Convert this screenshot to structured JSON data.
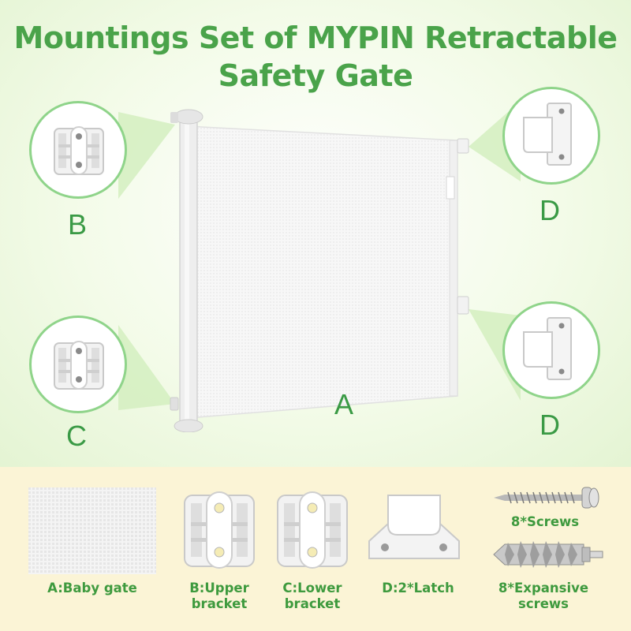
{
  "title": {
    "line1": "Mountings Set of MYPIN Retractable",
    "line2": "Safety Gate"
  },
  "callouts": {
    "b": "B",
    "c": "C",
    "d_top": "D",
    "d_bottom": "D",
    "a": "A"
  },
  "parts": {
    "baby_gate": "A:Baby gate",
    "upper_bracket_1": "B:Upper",
    "upper_bracket_2": "bracket",
    "lower_bracket_1": "C:Lower",
    "lower_bracket_2": "bracket",
    "latch": "D:2*Latch",
    "screws": "8*Screws",
    "expansive_1": "8*Expansive",
    "expansive_2": "screws"
  },
  "colors": {
    "brand_green": "#4aa34a",
    "circle_border": "#8fd48a",
    "bottom_bg": "#fbf4d6"
  }
}
